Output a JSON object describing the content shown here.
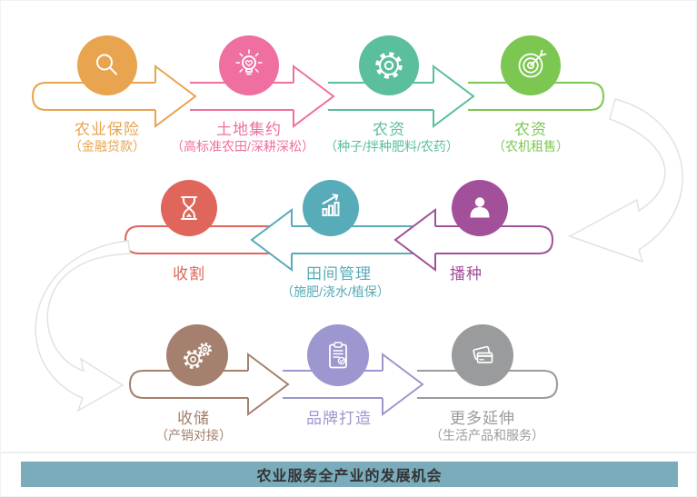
{
  "banner": {
    "text": "农业服务全产业的发展机会",
    "bg": "#7AACBC",
    "text_color": "#333333"
  },
  "connector_color": "#E2E2E2",
  "flow": {
    "rows": [
      {
        "direction": "right",
        "steps": [
          {
            "icon": "magnifier-icon",
            "label": "农业保险",
            "sublabel": "（金融贷款）",
            "color": "#E8A44F"
          },
          {
            "icon": "lightbulb-icon",
            "label": "土地集约",
            "sublabel": "（高标准农田/深耕深松）",
            "color": "#EE6FA0"
          },
          {
            "icon": "gear-icon",
            "label": "农资",
            "sublabel": "（种子/拌种肥料/农药）",
            "color": "#5BBE9C"
          },
          {
            "icon": "target-icon",
            "label": "农资",
            "sublabel": "（农机租售）",
            "color": "#7CC751"
          }
        ]
      },
      {
        "direction": "left",
        "steps": [
          {
            "icon": "hourglass-icon",
            "label": "收割",
            "color": "#E0655B"
          },
          {
            "icon": "growth-chart-icon",
            "label": "田间管理",
            "sublabel": "（施肥/浇水/植保）",
            "color": "#58ABB8"
          },
          {
            "icon": "person-icon",
            "label": "播种",
            "color": "#A3509A"
          }
        ]
      },
      {
        "direction": "right",
        "steps": [
          {
            "icon": "gears-icon",
            "label": "收储",
            "sublabel": "（产销对接）",
            "color": "#A5806E"
          },
          {
            "icon": "clipboard-icon",
            "label": "品牌打造",
            "color": "#9C97CE"
          },
          {
            "icon": "cards-icon",
            "label": "更多延伸",
            "sublabel": "（生活产品和服务）",
            "color": "#999B9D"
          }
        ]
      }
    ]
  }
}
